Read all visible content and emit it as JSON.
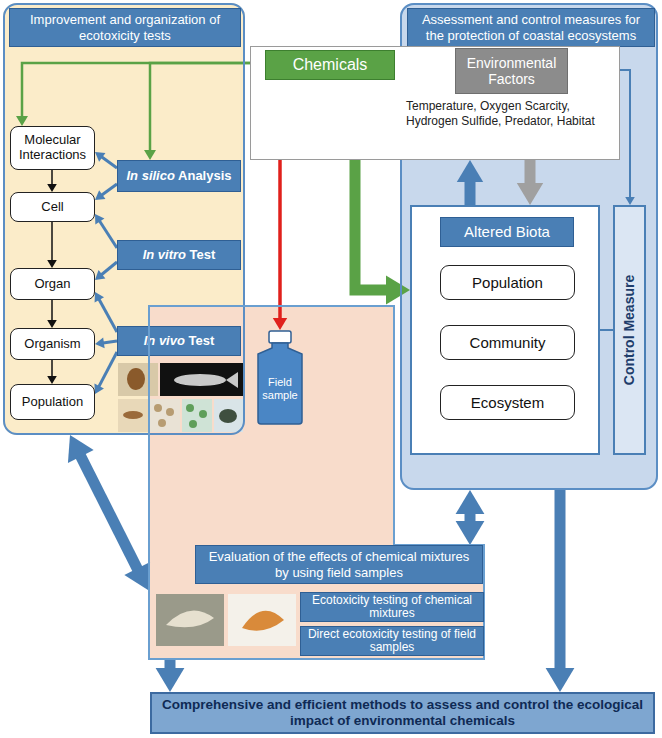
{
  "diagram": {
    "nodes": [
      {
        "text": [
          "Improvement and organization of ecotoxicity tests"
        ]
      },
      {
        "text": [
          "Molecular Interactions"
        ],
        "in": 0
      },
      {
        "text": [
          "Cell"
        ],
        "in": 0
      },
      {
        "text": [
          "Organ"
        ],
        "in": 0
      },
      {
        "text": [
          "Organism"
        ],
        "in": 0
      },
      {
        "text": [
          "Population"
        ],
        "in": 0
      },
      {
        "text": [
          "In silico Analysis"
        ],
        "in": 0
      },
      {
        "text": [
          "In vitro Test"
        ],
        "in": 0
      },
      {
        "text": [
          "In vivo Test"
        ],
        "in": 0
      },
      {
        "text": [
          "Assessment and control measures for the protection of coastal ecosystems"
        ]
      },
      {
        "text": [
          "Temperature, Oxygen Scarcity, Hydrogen Sulfide, Predator, Habitat"
        ]
      },
      {
        "text": [
          "Chemicals"
        ],
        "in": 10
      },
      {
        "text": [
          "Environmental Factors"
        ],
        "in": 10
      },
      {
        "text": [
          "Altered Biota"
        ],
        "in": 9
      },
      {
        "text": [
          "Population"
        ],
        "in": 13
      },
      {
        "text": [
          "Community"
        ],
        "in": 13
      },
      {
        "text": [
          "Ecosystem"
        ],
        "in": 13
      },
      {
        "text": [
          "Control Measure"
        ],
        "in": 9
      },
      {
        "text": [
          "Evaluation of the effects of chemical mixtures by using field samples"
        ]
      },
      {
        "text": [
          "Field sample"
        ],
        "in": 18
      },
      {
        "text": [
          "Ecotoxicity testing of chemical mixtures"
        ],
        "in": 18
      },
      {
        "text": [
          "Direct ecotoxicity testing of field samples"
        ],
        "in": 18
      },
      {
        "text": [
          "Comprehensive and efficient methods to assess and control the ecological impact of environmental chemicals"
        ]
      }
    ],
    "edges": [
      {
        "from": 1,
        "to": 2,
        "arrow": "to"
      },
      {
        "from": 2,
        "to": 3,
        "arrow": "to"
      },
      {
        "from": 3,
        "to": 4,
        "arrow": "to"
      },
      {
        "from": 4,
        "to": 5,
        "arrow": "to"
      },
      {
        "from": 11,
        "to": 1,
        "arrow": "to"
      },
      {
        "from": 11,
        "to": 6,
        "arrow": "to"
      },
      {
        "from": 6,
        "to": 1,
        "arrow": "to"
      },
      {
        "from": 6,
        "to": 2,
        "arrow": "to"
      },
      {
        "from": 7,
        "to": 2,
        "arrow": "to"
      },
      {
        "from": 7,
        "to": 3,
        "arrow": "to"
      },
      {
        "from": 8,
        "to": 3,
        "arrow": "to"
      },
      {
        "from": 8,
        "to": 4,
        "arrow": "to"
      },
      {
        "from": 8,
        "to": 5,
        "arrow": "to"
      },
      {
        "from": 11,
        "to": 19,
        "arrow": "to"
      },
      {
        "from": 11,
        "to": 13,
        "arrow": "to"
      },
      {
        "from": 10,
        "to": 13,
        "arrow": "to"
      },
      {
        "from": 13,
        "to": 10,
        "arrow": "to"
      },
      {
        "from": 10,
        "to": 17,
        "arrow": "to"
      },
      {
        "from": 13,
        "to": 17,
        "arrow": "none"
      },
      {
        "from": 0,
        "to": 18,
        "arrow": "both"
      },
      {
        "from": 9,
        "to": 18,
        "arrow": "both"
      },
      {
        "from": 18,
        "to": 22,
        "arrow": "to"
      },
      {
        "from": 9,
        "to": 22,
        "arrow": "to"
      }
    ]
  }
}
